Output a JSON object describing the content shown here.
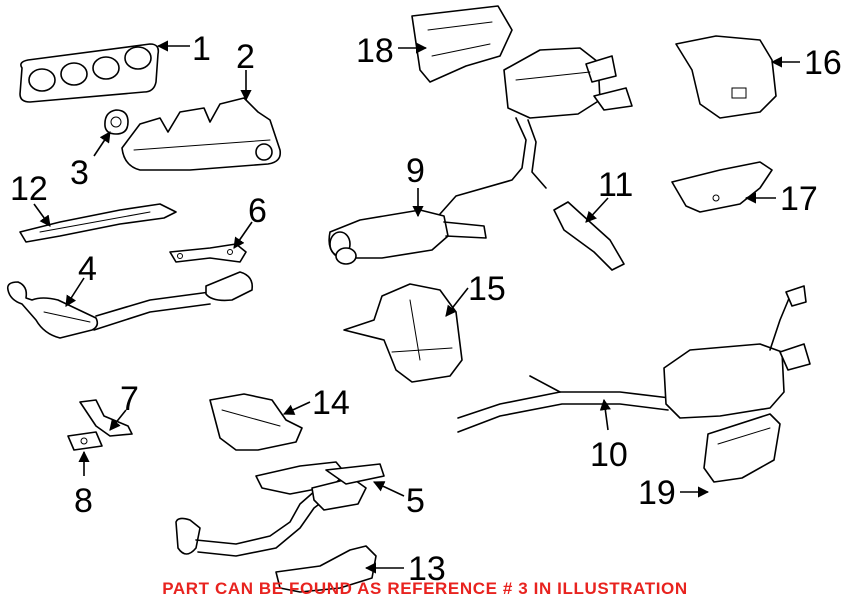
{
  "callouts": [
    {
      "id": "1",
      "label": "1"
    },
    {
      "id": "2",
      "label": "2"
    },
    {
      "id": "3",
      "label": "3"
    },
    {
      "id": "4",
      "label": "4"
    },
    {
      "id": "5",
      "label": "5"
    },
    {
      "id": "6",
      "label": "6"
    },
    {
      "id": "7",
      "label": "7"
    },
    {
      "id": "8",
      "label": "8"
    },
    {
      "id": "9",
      "label": "9"
    },
    {
      "id": "10",
      "label": "10"
    },
    {
      "id": "11",
      "label": "11"
    },
    {
      "id": "12",
      "label": "12"
    },
    {
      "id": "13",
      "label": "13"
    },
    {
      "id": "14",
      "label": "14"
    },
    {
      "id": "15",
      "label": "15"
    },
    {
      "id": "16",
      "label": "16"
    },
    {
      "id": "17",
      "label": "17"
    },
    {
      "id": "18",
      "label": "18"
    },
    {
      "id": "19",
      "label": "19"
    }
  ],
  "notice": {
    "text": "PART CAN BE FOUND AS REFERENCE # 3 IN ILLUSTRATION",
    "color": "#e8231f"
  }
}
